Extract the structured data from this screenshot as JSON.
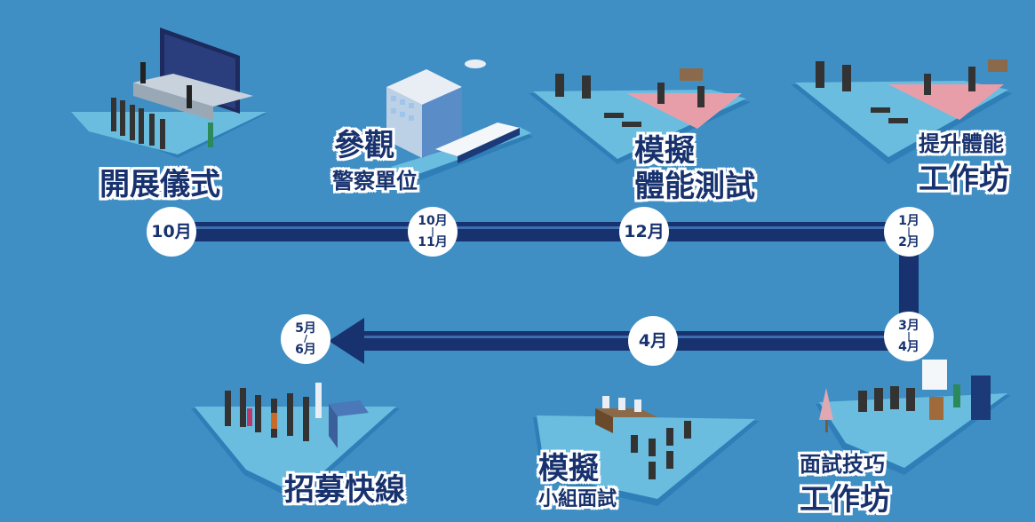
{
  "colors": {
    "background": "#3f8fc4",
    "track": "#17326e",
    "node_fill": "#ffffff",
    "label_text": "#17326e"
  },
  "stages": [
    {
      "id": "opening",
      "date_line1": "10月",
      "date_line2": "",
      "title_main": "開展儀式",
      "title_sub": ""
    },
    {
      "id": "police-visit",
      "date_line1": "10月",
      "date_line2": "11月",
      "title_main": "參觀",
      "title_sub": "警察單位"
    },
    {
      "id": "mock-fitness",
      "date_line1": "12月",
      "date_line2": "",
      "title_main": "模擬",
      "title_sub": "體能測試"
    },
    {
      "id": "fitness-workshop",
      "date_line1": "1月",
      "date_line2": "2月",
      "title_main": "工作坊",
      "title_sub": "提升體能"
    },
    {
      "id": "interview-workshop",
      "date_line1": "3月",
      "date_line2": "4月",
      "title_main": "工作坊",
      "title_sub": "面試技巧"
    },
    {
      "id": "mock-group-interview",
      "date_line1": "4月",
      "date_line2": "",
      "title_main": "模擬",
      "title_sub": "小組面試"
    },
    {
      "id": "recruitment-express",
      "date_line1": "5月",
      "date_line2": "6月",
      "title_main": "招募快線",
      "title_sub": ""
    }
  ],
  "icons": [
    "stage-ceremony-icon",
    "police-building-icon",
    "fitness-test-icon",
    "fitness-workshop-icon",
    "interview-workshop-icon",
    "group-interview-icon",
    "recruitment-icon",
    "arrow-left-icon"
  ]
}
